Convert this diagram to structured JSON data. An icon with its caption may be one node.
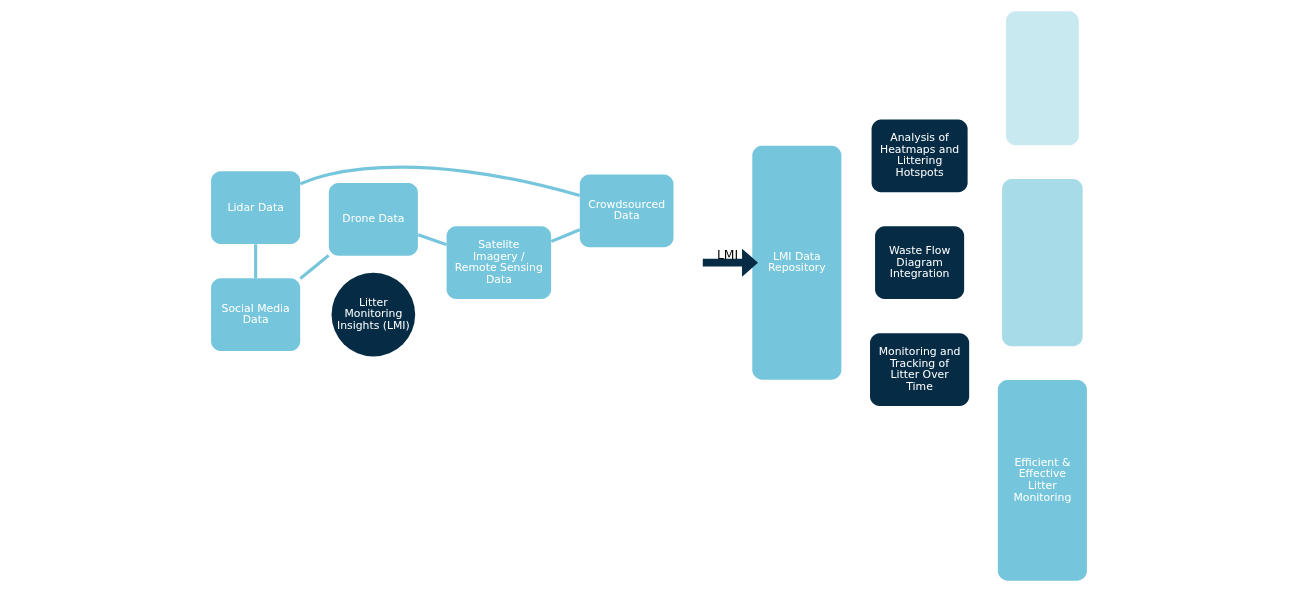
{
  "diagram": {
    "nodes": [
      {
        "text": [
          "Drone Data"
        ]
      },
      {
        "text": [
          "Social Media Data"
        ]
      },
      {
        "text": [
          "Litter Monitoring Insights (LMI)"
        ]
      },
      {
        "text": [
          "Satelite Imagery / Remote Sensing Data"
        ]
      },
      {
        "text": [
          "Lidar Data"
        ]
      },
      {
        "text": [
          "Crowdsourced Data"
        ]
      },
      {
        "text": [
          "LMI Data Repository"
        ]
      },
      {
        "text": [
          "Analysis of Heatmaps and Littering Hotspots"
        ]
      },
      {
        "text": [
          "Waste Flow Diagram Integration"
        ]
      },
      {
        "text": [
          "Monitoring and Tracking of Litter Over Time"
        ]
      },
      {
        "text": [],
        "shape": "box"
      },
      {
        "text": [],
        "shape": "box"
      },
      {
        "text": [
          "Efficient & Effective Litter Monitoring"
        ]
      }
    ],
    "edges": [
      {
        "from": 0,
        "to": 3,
        "arrow": "none"
      },
      {
        "from": 3,
        "to": 5,
        "arrow": "none"
      },
      {
        "from": 5,
        "to": 4,
        "arrow": "none"
      },
      {
        "from": 4,
        "to": 1,
        "arrow": "none"
      },
      {
        "from": 1,
        "to": 0,
        "arrow": "none"
      },
      {
        "from": null,
        "to": 6,
        "arrow": "to",
        "label": "LMI",
        "style": "thick",
        "color": "#052b45"
      }
    ]
  }
}
